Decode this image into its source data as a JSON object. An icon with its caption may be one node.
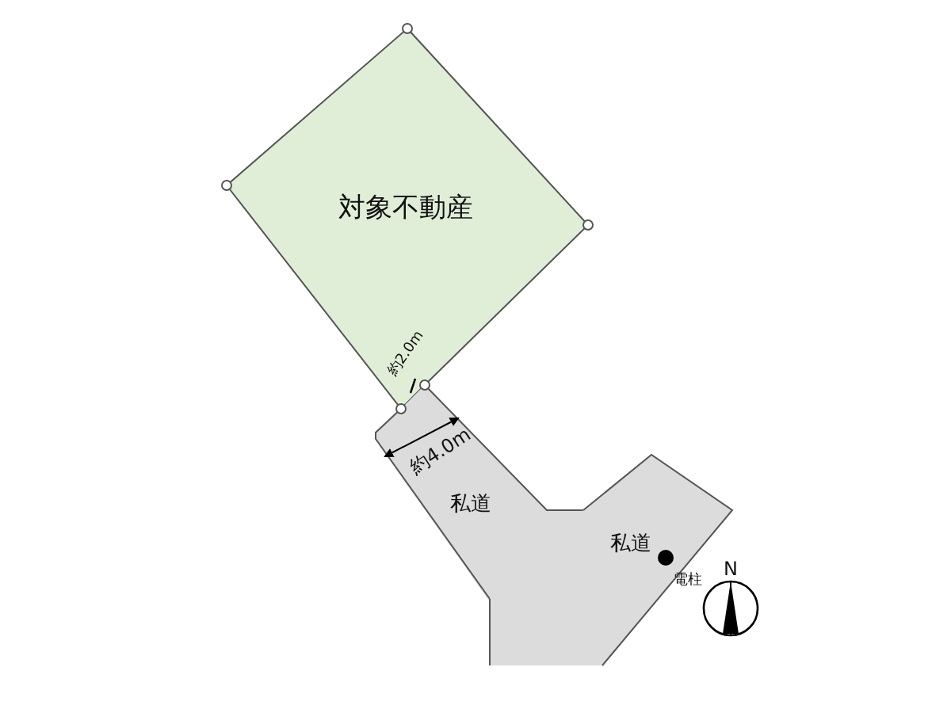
{
  "diagram": {
    "nodes": [
      {
        "text": [
          "対象不動産"
        ]
      },
      {
        "text": [
          "私道"
        ]
      },
      {
        "text": [
          "私道"
        ]
      }
    ],
    "labels": [
      "約2.0m",
      "約4.0m",
      "電柱",
      "N"
    ]
  }
}
